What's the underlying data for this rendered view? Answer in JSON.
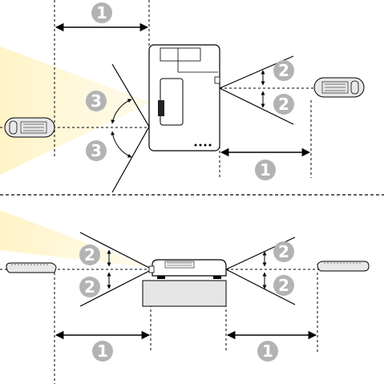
{
  "labels": {
    "distance_callout": "1",
    "vertical_angle_callout": "2",
    "horizontal_angle_callout": "3"
  },
  "colors": {
    "callout_circle": "#b3b3b3",
    "beam_light": "#fff4c8",
    "line": "#000000",
    "pedestal": "#e6e6e6"
  },
  "icons": [
    "projector-top-view",
    "projector-side-view",
    "remote-control",
    "light-beam"
  ]
}
